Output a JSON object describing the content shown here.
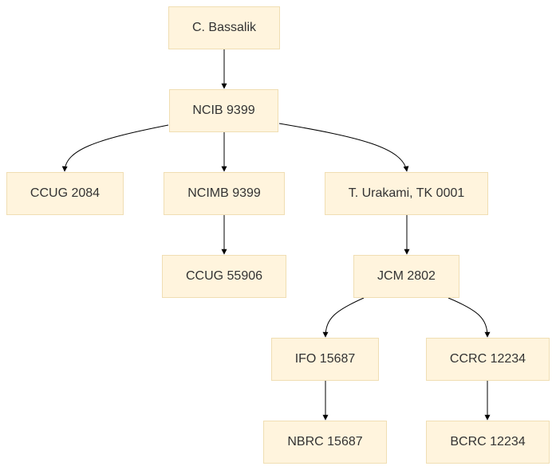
{
  "nodes": [
    {
      "id": "n1",
      "label": "C. Bassalik"
    },
    {
      "id": "n2",
      "label": "NCIB 9399"
    },
    {
      "id": "n3",
      "label": "CCUG 2084"
    },
    {
      "id": "n4",
      "label": "NCIMB 9399"
    },
    {
      "id": "n5",
      "label": "T. Urakami, TK 0001"
    },
    {
      "id": "n6",
      "label": "CCUG 55906"
    },
    {
      "id": "n7",
      "label": "JCM 2802"
    },
    {
      "id": "n8",
      "label": "IFO 15687"
    },
    {
      "id": "n9",
      "label": "CCRC 12234"
    },
    {
      "id": "n10",
      "label": "NBRC 15687"
    },
    {
      "id": "n11",
      "label": "BCRC 12234"
    }
  ],
  "edges": [
    {
      "from": "n1",
      "to": "n2"
    },
    {
      "from": "n2",
      "to": "n3"
    },
    {
      "from": "n2",
      "to": "n4"
    },
    {
      "from": "n2",
      "to": "n5"
    },
    {
      "from": "n4",
      "to": "n6"
    },
    {
      "from": "n5",
      "to": "n7"
    },
    {
      "from": "n7",
      "to": "n8"
    },
    {
      "from": "n7",
      "to": "n9"
    },
    {
      "from": "n8",
      "to": "n10"
    },
    {
      "from": "n9",
      "to": "n11"
    }
  ],
  "colors": {
    "node_fill": "#fff4dd",
    "node_border": "#f0deb3",
    "edge": "#000000",
    "text": "#333333"
  }
}
